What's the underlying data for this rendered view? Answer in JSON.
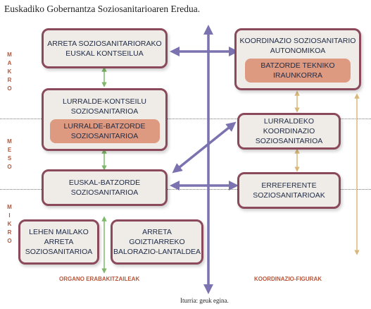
{
  "title": "Euskadiko Gobernantza Soziosanitarioaren Eredua.",
  "levels": {
    "makro": "MAKRO",
    "meso": "MESO",
    "mikro": "MIKRO"
  },
  "boxes": {
    "arreta_kontseilua": "ARRETA  SOZIOSANITARIORAKO\nEUSKAL KONTSEILUA",
    "lurralde_kontseilu": "LURRALDE-KONTSEILU\nSOZIOSANITARIOA",
    "lurralde_batzorde": "LURRALDE-BATZORDE\nSOZIOSANITARIOA",
    "euskal_batzorde": "EUSKAL-BATZORDE\nSOZIOSANITARIOA",
    "lehen_mailako": "LEHEN MAILAKO\nARRETA\nSOZIOSANITARIOA",
    "goiztiarreko": "ARRETA\nGOIZTIARREKO\nBALORAZIO-LANTALDEA",
    "koordinazio_autonomikoa": "KOORDINAZIO SOZIOSANITARIO\nAUTONOMIKOA",
    "batzorde_tekniko": "BATZORDE TEKNIKO\nIRAUNKORRA",
    "lurraldeko_koordinazio": "LURRALDEKO KOORDINAZIO\nSOZIOSANITARIOA",
    "erreferente": "ERREFERENTE\nSOZIOSANITARIOAK"
  },
  "footer": {
    "left": "ORGANO ERABAKITZAILEAK",
    "right": "KOORDINAZIO-FIGURAK"
  },
  "source": "Iturria: geuk egina.",
  "colors": {
    "border": "#8b4a5c",
    "box_bg": "#efece7",
    "accent": "#dd9a80",
    "purple_arrow": "#7b72b0",
    "green_arrow": "#7fb86a",
    "tan_arrow": "#d9b87a"
  }
}
